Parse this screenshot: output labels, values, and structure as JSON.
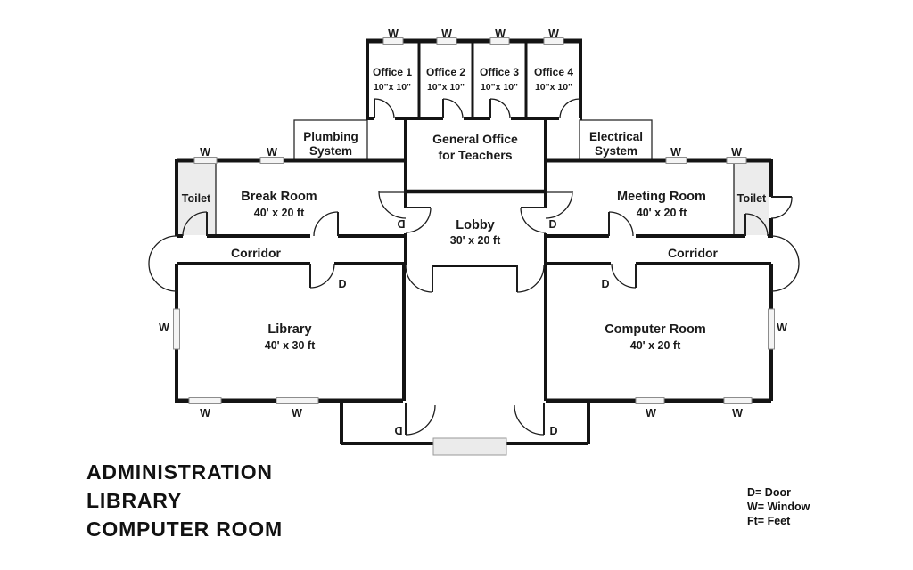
{
  "plan": {
    "symbols": {
      "door": "D",
      "window": "W"
    },
    "offices": [
      {
        "name": "Office 1",
        "size": "10\"x 10\""
      },
      {
        "name": "Office 2",
        "size": "10\"x 10\""
      },
      {
        "name": "Office 3",
        "size": "10\"x 10\""
      },
      {
        "name": "Office 4",
        "size": "10\"x 10\""
      }
    ],
    "plumbing": {
      "line1": "Plumbing",
      "line2": "System"
    },
    "electrical": {
      "line1": "Electrical",
      "line2": "System"
    },
    "general_office": {
      "line1": "General Office",
      "line2": "for Teachers"
    },
    "break_room": {
      "name": "Break Room",
      "size": "40' x 20 ft"
    },
    "meeting_room": {
      "name": "Meeting Room",
      "size": "40' x 20 ft"
    },
    "lobby": {
      "name": "Lobby",
      "size": "30' x 20 ft"
    },
    "library": {
      "name": "Library",
      "size": "40' x 30 ft"
    },
    "computer_room": {
      "name": "Computer Room",
      "size": "40' x 20 ft"
    },
    "toilet": "Toilet",
    "corridor": "Corridor"
  },
  "title": {
    "line1": "ADMINISTRATION",
    "line2": "LIBRARY",
    "line3": "COMPUTER ROOM"
  },
  "legend": {
    "door": "D= Door",
    "window": "W= Window",
    "feet": "Ft= Feet"
  }
}
